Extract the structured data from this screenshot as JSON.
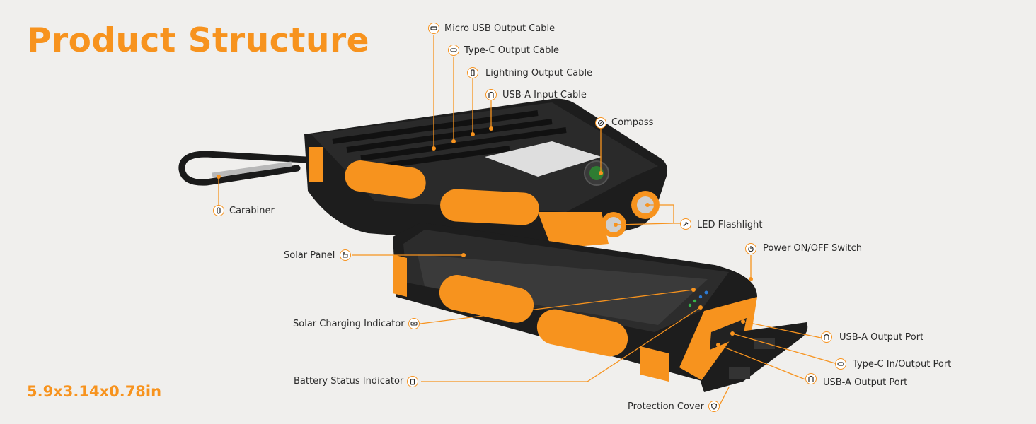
{
  "title": "Product Structure",
  "dimensions": "5.9x3.14x0.78in",
  "labels": {
    "micro_usb": "Micro USB Output Cable",
    "type_c": "Type-C Output Cable",
    "lightning": "Lightning Output Cable",
    "usb_a_input": "USB-A Input Cable",
    "compass": "Compass",
    "carabiner": "Carabiner",
    "led_flashlight": "LED Flashlight",
    "power_switch": "Power ON/OFF Switch",
    "solar_panel": "Solar Panel",
    "solar_charging": "Solar Charging Indicator",
    "usb_a_output_1": "USB-A Output Port",
    "type_c_port": "Type-C In/Output Port",
    "usb_a_output_2": "USB-A Output Port",
    "battery_status": "Battery Status Indicator",
    "protection_cover": "Protection Cover"
  },
  "colors": {
    "accent": "#f7931e",
    "rubber": "#1d1d1d",
    "text": "#2b2b2b",
    "background": "#f0efed"
  }
}
